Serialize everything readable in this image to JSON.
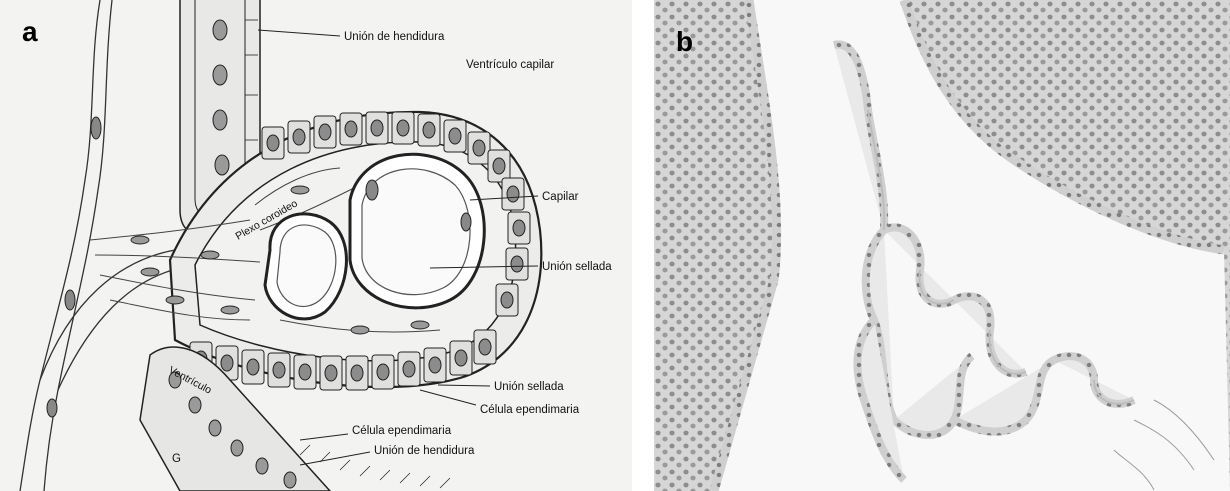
{
  "panels": {
    "a": {
      "letter": "a",
      "labels": {
        "union_hendidura_top": "Unión de hendidura",
        "ventriculo_capilar": "Ventrículo capilar",
        "plexo_coroideo": "Plexo coroideo",
        "capilar": "Capilar",
        "union_sellada_mid": "Unión sellada",
        "union_sellada_low": "Unión sellada",
        "celula_ependimaria_1": "Célula ependimaria",
        "ventriculo": "Ventrículo",
        "celula_ependimaria_2": "Célula ependimaria",
        "union_hendidura_bottom": "Unión de hendidura",
        "corner_mark": "G"
      }
    },
    "b": {
      "letter": "b"
    }
  },
  "colors": {
    "ink": "#222222",
    "paper": "#f3f3f1",
    "tissue_bg": "#d9d9d9",
    "nucleus": "#8a8a8a",
    "lumen": "#f7f7f7"
  }
}
